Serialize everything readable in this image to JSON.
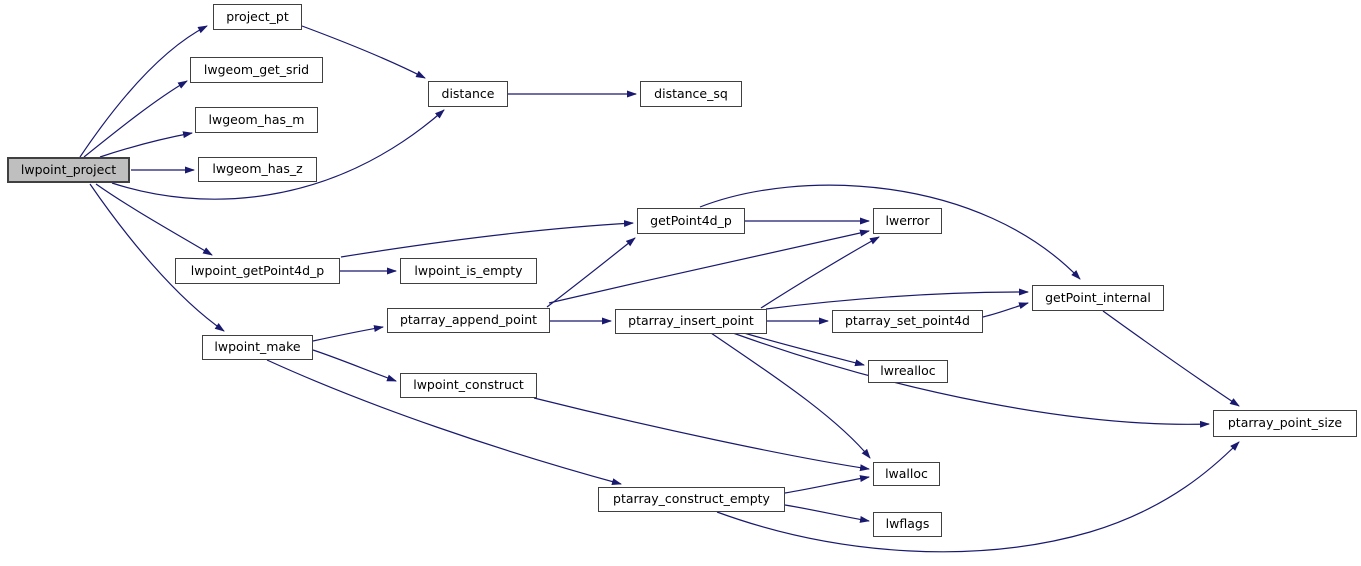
{
  "diagram": {
    "type": "call-graph",
    "colors": {
      "edge": "#191970",
      "node_border": "#404040",
      "node_fill": "#ffffff",
      "root_fill": "#bfbfbf",
      "background": "#ffffff",
      "text": "#000000"
    },
    "nodes": [
      {
        "id": "lwpoint_project",
        "label": "lwpoint_project",
        "root": true
      },
      {
        "id": "project_pt",
        "label": "project_pt"
      },
      {
        "id": "lwgeom_get_srid",
        "label": "lwgeom_get_srid"
      },
      {
        "id": "lwgeom_has_m",
        "label": "lwgeom_has_m"
      },
      {
        "id": "lwgeom_has_z",
        "label": "lwgeom_has_z"
      },
      {
        "id": "distance",
        "label": "distance"
      },
      {
        "id": "distance_sq",
        "label": "distance_sq"
      },
      {
        "id": "getPoint4d_p",
        "label": "getPoint4d_p"
      },
      {
        "id": "lwerror",
        "label": "lwerror"
      },
      {
        "id": "lwpoint_getPoint4d_p",
        "label": "lwpoint_getPoint4d_p"
      },
      {
        "id": "lwpoint_is_empty",
        "label": "lwpoint_is_empty"
      },
      {
        "id": "ptarray_append_point",
        "label": "ptarray_append_point"
      },
      {
        "id": "lwpoint_make",
        "label": "lwpoint_make"
      },
      {
        "id": "lwpoint_construct",
        "label": "lwpoint_construct"
      },
      {
        "id": "ptarray_insert_point",
        "label": "ptarray_insert_point"
      },
      {
        "id": "ptarray_set_point4d",
        "label": "ptarray_set_point4d"
      },
      {
        "id": "lwrealloc",
        "label": "lwrealloc"
      },
      {
        "id": "getPoint_internal",
        "label": "getPoint_internal"
      },
      {
        "id": "lwalloc",
        "label": "lwalloc"
      },
      {
        "id": "ptarray_construct_empty",
        "label": "ptarray_construct_empty"
      },
      {
        "id": "lwflags",
        "label": "lwflags"
      },
      {
        "id": "ptarray_point_size",
        "label": "ptarray_point_size"
      }
    ],
    "edges": [
      {
        "from": "lwpoint_project",
        "to": "project_pt"
      },
      {
        "from": "lwpoint_project",
        "to": "lwgeom_get_srid"
      },
      {
        "from": "lwpoint_project",
        "to": "lwgeom_has_m"
      },
      {
        "from": "lwpoint_project",
        "to": "lwgeom_has_z"
      },
      {
        "from": "lwpoint_project",
        "to": "distance"
      },
      {
        "from": "lwpoint_project",
        "to": "lwpoint_getPoint4d_p"
      },
      {
        "from": "lwpoint_project",
        "to": "lwpoint_make"
      },
      {
        "from": "project_pt",
        "to": "distance"
      },
      {
        "from": "distance",
        "to": "distance_sq"
      },
      {
        "from": "lwpoint_getPoint4d_p",
        "to": "lwpoint_is_empty"
      },
      {
        "from": "lwpoint_getPoint4d_p",
        "to": "getPoint4d_p"
      },
      {
        "from": "getPoint4d_p",
        "to": "lwerror"
      },
      {
        "from": "getPoint4d_p",
        "to": "getPoint_internal"
      },
      {
        "from": "lwpoint_make",
        "to": "ptarray_append_point"
      },
      {
        "from": "lwpoint_make",
        "to": "lwpoint_construct"
      },
      {
        "from": "lwpoint_make",
        "to": "ptarray_construct_empty"
      },
      {
        "from": "ptarray_append_point",
        "to": "ptarray_insert_point"
      },
      {
        "from": "ptarray_append_point",
        "to": "getPoint4d_p"
      },
      {
        "from": "ptarray_append_point",
        "to": "lwerror"
      },
      {
        "from": "ptarray_insert_point",
        "to": "lwerror"
      },
      {
        "from": "ptarray_insert_point",
        "to": "ptarray_set_point4d"
      },
      {
        "from": "ptarray_insert_point",
        "to": "getPoint_internal"
      },
      {
        "from": "ptarray_insert_point",
        "to": "lwrealloc"
      },
      {
        "from": "ptarray_insert_point",
        "to": "lwalloc"
      },
      {
        "from": "ptarray_insert_point",
        "to": "ptarray_point_size"
      },
      {
        "from": "ptarray_set_point4d",
        "to": "getPoint_internal"
      },
      {
        "from": "getPoint_internal",
        "to": "ptarray_point_size"
      },
      {
        "from": "lwpoint_construct",
        "to": "lwalloc"
      },
      {
        "from": "ptarray_construct_empty",
        "to": "lwalloc"
      },
      {
        "from": "ptarray_construct_empty",
        "to": "lwflags"
      },
      {
        "from": "ptarray_construct_empty",
        "to": "ptarray_point_size"
      }
    ]
  }
}
